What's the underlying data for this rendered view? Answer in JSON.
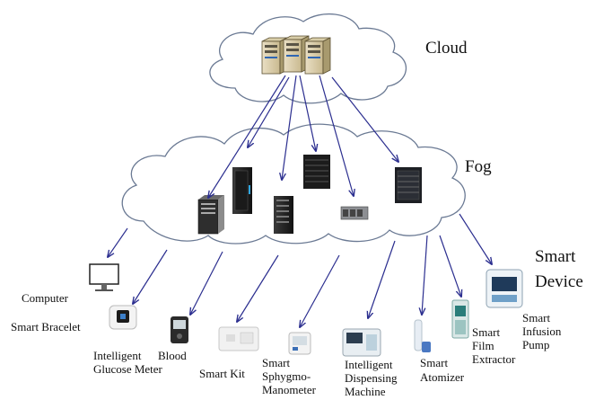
{
  "layers": {
    "cloud": "Cloud",
    "fog": "Fog",
    "device_line1": "Smart",
    "device_line2": "Device"
  },
  "devices": {
    "computer": "Computer",
    "bracelet": "Smart Bracelet",
    "glucose_line1": "Intelligent",
    "glucose_line2": "Glucose Meter",
    "blood": "Blood",
    "kit": "Smart Kit",
    "sphyg_line1": "Smart",
    "sphyg_line2": "Sphygmo-",
    "sphyg_line3": "Manometer",
    "dispense_line1": "Intelligent",
    "dispense_line2": "Dispensing",
    "dispense_line3": "Machine",
    "atomizer_line1": "Smart",
    "atomizer_line2": "Atomizer",
    "film_line1": "Smart",
    "film_line2": "Film",
    "film_line3": "Extractor",
    "pump_line1": "Smart",
    "pump_line2": "Infusion",
    "pump_line3": "Pump"
  },
  "colors": {
    "arrow": "#2b2e8f",
    "cloud_stroke": "#6b7a94",
    "cloud_fill": "#ffffff"
  },
  "icons": {
    "cloud_servers": "server-cluster-icon",
    "fog_nodes": [
      "tower-server-icon",
      "rack-server-icon",
      "rack-server-icon",
      "blade-server-icon",
      "storage-server-icon",
      "rack-cabinet-icon"
    ]
  }
}
